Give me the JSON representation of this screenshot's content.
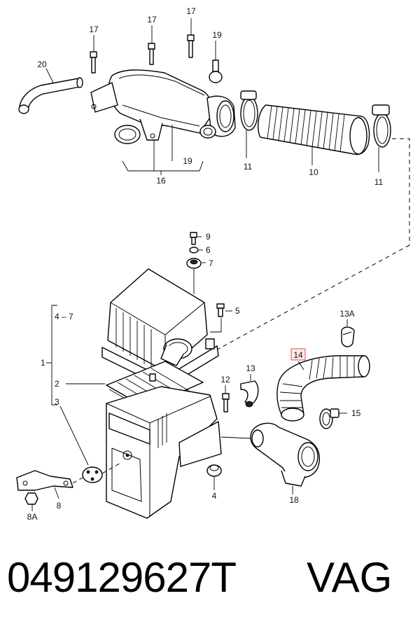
{
  "callouts": {
    "c20": "20",
    "c17a": "17",
    "c17b": "17",
    "c17c": "17",
    "c19a": "19",
    "c16": "16",
    "c19b": "19",
    "c11a": "11",
    "c10": "10",
    "c11b": "11",
    "c9": "9",
    "c6": "6",
    "c7": "7",
    "c5": "5",
    "c4_7": "4 – 7",
    "c1": "1",
    "c2": "2",
    "c3": "3",
    "c13A": "13A",
    "c14": "14",
    "c13": "13",
    "c12": "12",
    "c15": "15",
    "c18": "18",
    "c4": "4",
    "c8": "8",
    "c8A": "8A"
  },
  "highlight_color": "#d9534f",
  "highlighted_callout": "14",
  "footer": {
    "part_number": "049129627T",
    "brand": "VAG"
  }
}
